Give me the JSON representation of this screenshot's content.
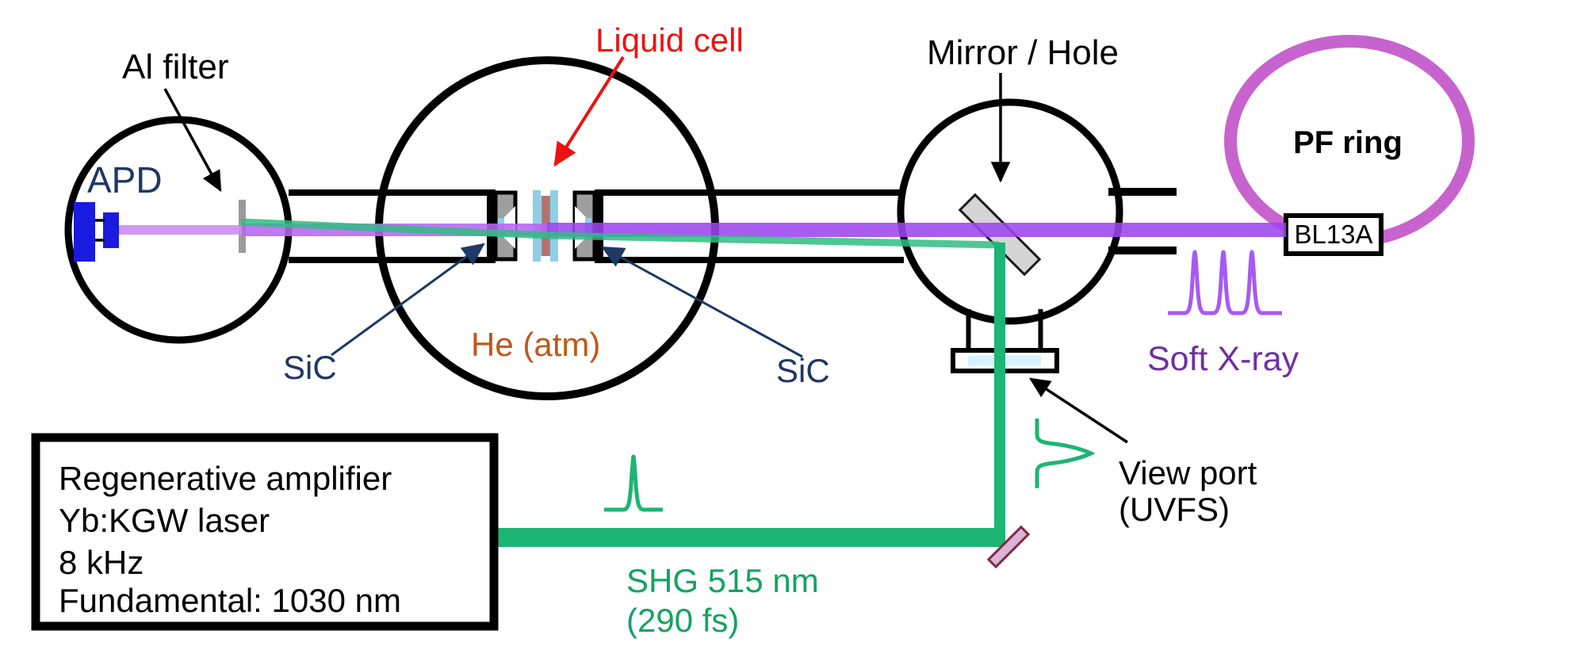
{
  "diagram": {
    "labels": {
      "apd": "APD",
      "al_filter": "Al filter",
      "liquid_cell": "Liquid cell",
      "sic_left": "SiC",
      "sic_right": "SiC",
      "he_atm": "He (atm)",
      "mirror_hole": "Mirror / Hole",
      "view_port_line1": "View port",
      "view_port_line2": "(UVFS)",
      "soft_xray": "Soft X-ray",
      "pf_ring": "PF ring",
      "bl13a": "BL13A",
      "shg_line1": "SHG 515 nm",
      "shg_line2": "(290 fs)"
    },
    "laser_box": {
      "lines": [
        "Regenerative amplifier",
        "Yb:KGW laser",
        "8 kHz",
        "Fundamental: 1030 nm"
      ]
    },
    "colors": {
      "xray_beam": "#9C46EE",
      "xray_beam_mid": "#B667F1",
      "xray_beam_faint": "#CC8BF2",
      "shg_green": "#1CB573",
      "shg_text_green": "#15A362",
      "thin_green": "#2FBC84",
      "ring_magenta": "#C763CE",
      "pulse_purple": "#A75AF2",
      "soft_xray_text": "#7030A0",
      "navy": "#1F3864",
      "red": "#EE1111",
      "orange": "#C0571A",
      "apd_blue": "#1A1AE0",
      "cell_window_cyan": "#8FCEE6",
      "cell_liquid_salmon": "#BE6E68",
      "viewport_window_cyan": "#D6F2FA",
      "steering_mirror_pink": "#DCB3D8",
      "steering_mirror_border": "#7E2B44"
    }
  }
}
